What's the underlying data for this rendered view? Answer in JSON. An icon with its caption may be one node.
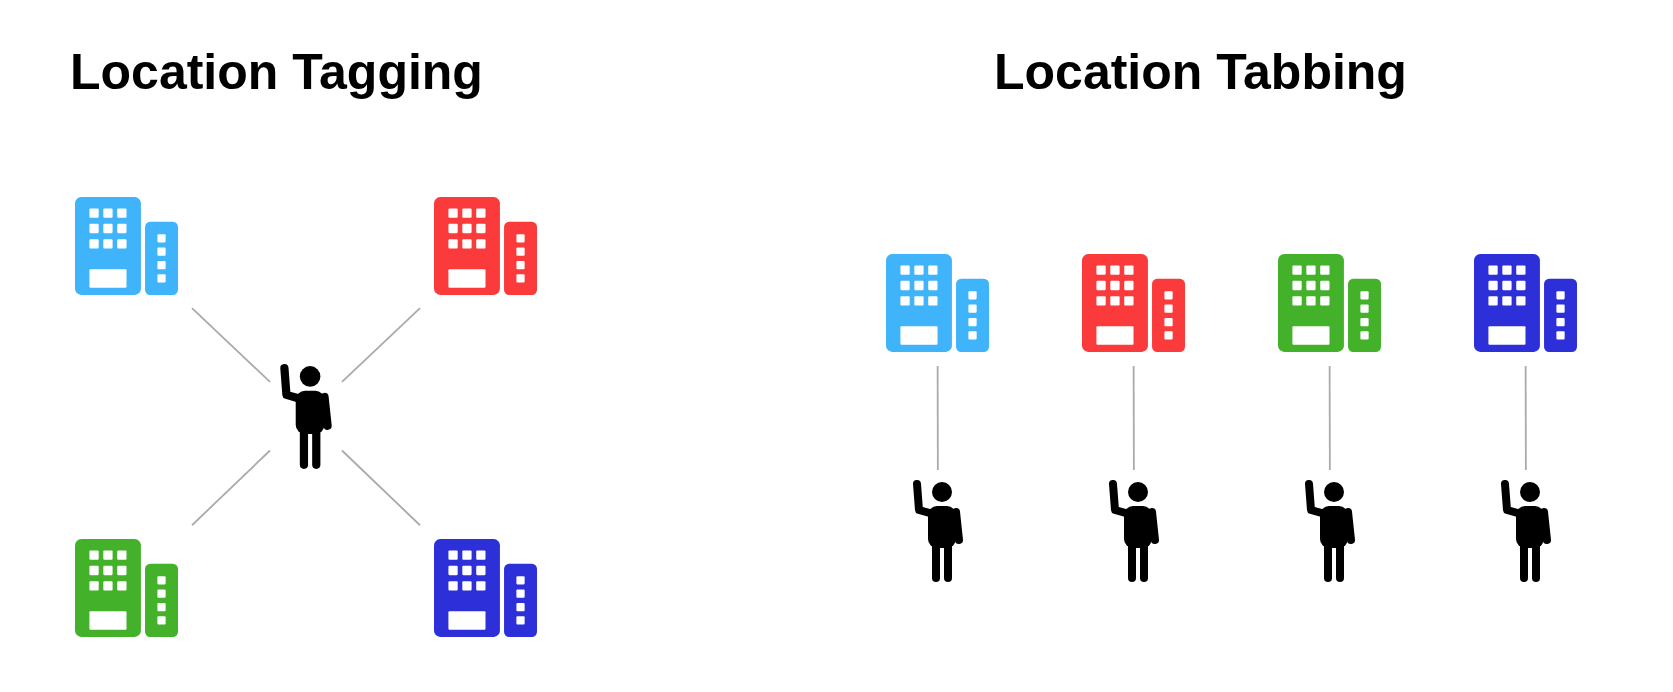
{
  "diagram": {
    "nodes": [
      {
        "text": [],
        "shape": "building"
      },
      {
        "text": [],
        "shape": "building"
      },
      {
        "text": [],
        "shape": "person"
      },
      {
        "text": [],
        "shape": "building"
      },
      {
        "text": [],
        "shape": "building"
      },
      {
        "text": [],
        "shape": "building"
      },
      {
        "text": [],
        "shape": "building"
      },
      {
        "text": [],
        "shape": "building"
      },
      {
        "text": [],
        "shape": "building"
      },
      {
        "text": [],
        "shape": "person"
      },
      {
        "text": [],
        "shape": "person"
      },
      {
        "text": [],
        "shape": "person"
      },
      {
        "text": [],
        "shape": "person"
      }
    ],
    "edges": [
      {
        "from": 0,
        "to": 2,
        "arrow": "none"
      },
      {
        "from": 1,
        "to": 2,
        "arrow": "none"
      },
      {
        "from": 3,
        "to": 2,
        "arrow": "none"
      },
      {
        "from": 4,
        "to": 2,
        "arrow": "none"
      },
      {
        "from": 5,
        "to": 9,
        "arrow": "none"
      },
      {
        "from": 6,
        "to": 10,
        "arrow": "none"
      },
      {
        "from": 7,
        "to": 11,
        "arrow": "none"
      },
      {
        "from": 8,
        "to": 12,
        "arrow": "none"
      }
    ],
    "labels": [
      "Location Tagging",
      "Location Tabbing"
    ]
  }
}
